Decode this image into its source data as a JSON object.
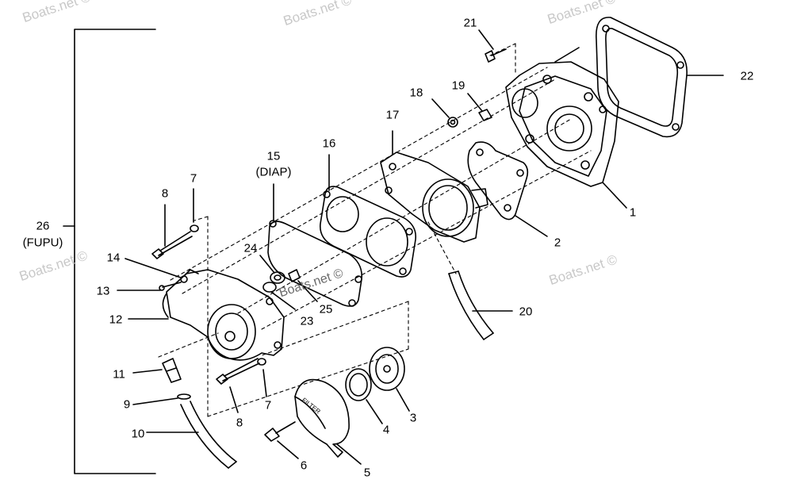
{
  "watermark": "Boats.net ©",
  "callouts": {
    "c1": "1",
    "c2": "2",
    "c3": "3",
    "c4": "4",
    "c5": "5",
    "c6": "6",
    "c7a": "7",
    "c7b": "7",
    "c8a": "8",
    "c8b": "8",
    "c9": "9",
    "c10": "10",
    "c11": "11",
    "c12": "12",
    "c13": "13",
    "c14": "14",
    "c15": "15",
    "c15sub": "(DIAP)",
    "c16": "16",
    "c17": "17",
    "c18": "18",
    "c19": "19",
    "c20": "20",
    "c21": "21",
    "c22": "22",
    "c23": "23",
    "c24": "24",
    "c25": "25",
    "c26": "26",
    "c26sub": "(FUPU)"
  },
  "filter_cap_text": "FILTER"
}
